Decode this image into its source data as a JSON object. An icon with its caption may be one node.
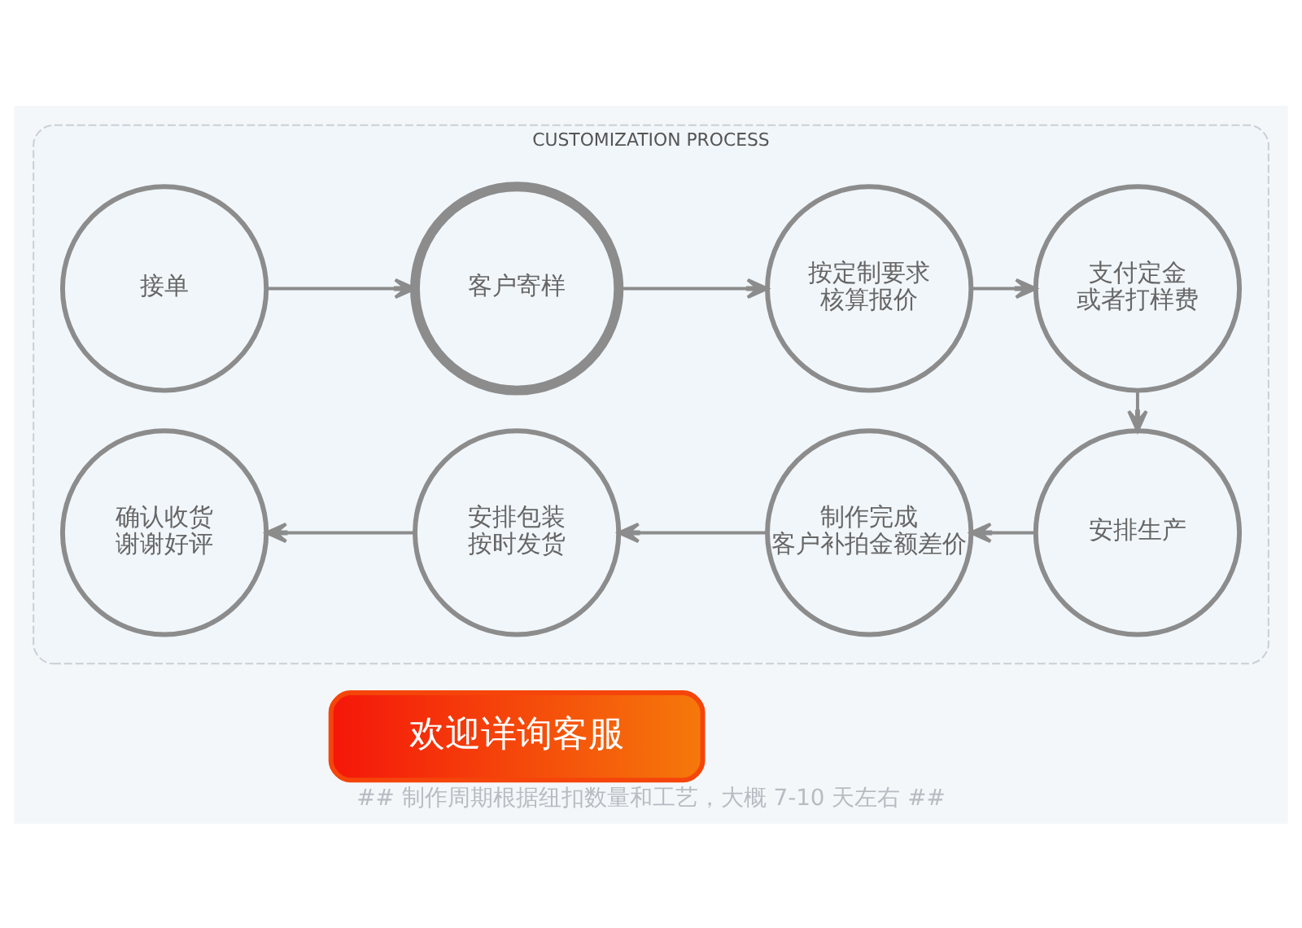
{
  "diagram": {
    "caption": "## 制作周期根据纽扣数量和工艺，大概 7-10 天左右 ##",
    "nodes": [
      {
        "text": [
          "CUSTOMIZATION PROCESS"
        ]
      },
      {
        "text": [
          "接单"
        ],
        "in": 0
      },
      {
        "text": [
          "客户寄样"
        ],
        "in": 0
      },
      {
        "text": [
          "按定制要求",
          "核算报价"
        ],
        "in": 0
      },
      {
        "text": [
          "支付定金",
          "或者打样费"
        ],
        "in": 0
      },
      {
        "text": [
          "安排生产"
        ],
        "in": 0
      },
      {
        "text": [
          "制作完成",
          "客户补拍金额差价"
        ],
        "in": 0
      },
      {
        "text": [
          "安排包装",
          "按时发货"
        ],
        "in": 0
      },
      {
        "text": [
          "确认收货",
          "谢谢好评"
        ],
        "in": 0
      },
      {
        "text": [
          "欢迎详询客服"
        ]
      }
    ],
    "edges": [
      {
        "from": 1,
        "to": 2,
        "arrow": "to"
      },
      {
        "from": 2,
        "to": 3,
        "arrow": "to"
      },
      {
        "from": 3,
        "to": 4,
        "arrow": "to"
      },
      {
        "from": 4,
        "to": 5,
        "arrow": "to"
      },
      {
        "from": 5,
        "to": 6,
        "arrow": "to"
      },
      {
        "from": 6,
        "to": 7,
        "arrow": "to"
      },
      {
        "from": 7,
        "to": 8,
        "arrow": "to"
      }
    ]
  }
}
